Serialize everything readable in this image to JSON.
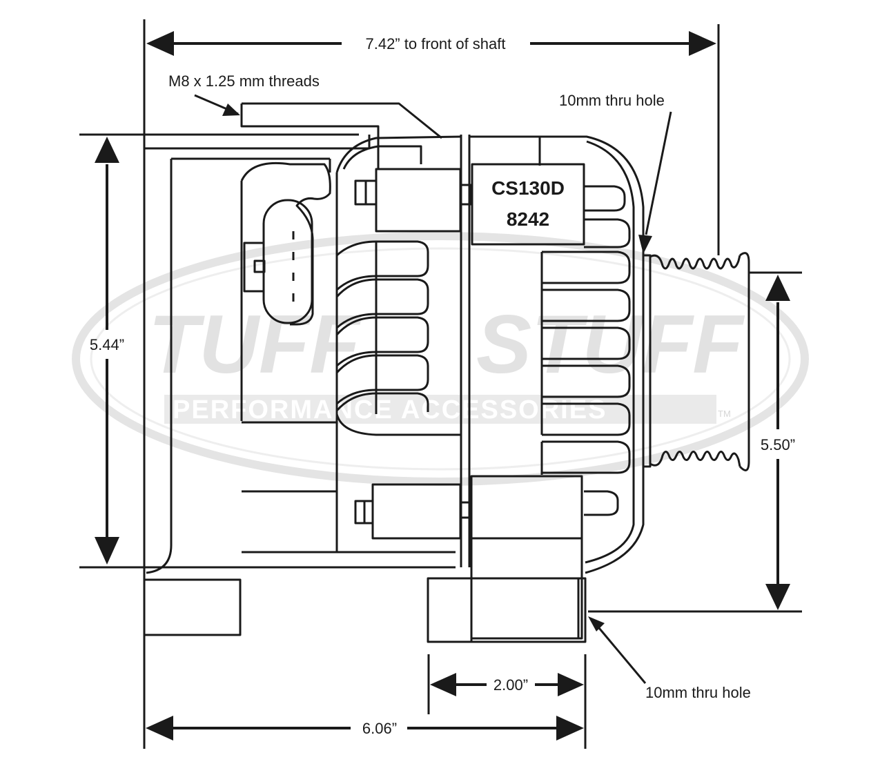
{
  "watermark": {
    "brand_top_left": "TUFF",
    "brand_top_right": "STUFF",
    "brand_bottom": "PERFORMANCE ACCESSORIES",
    "trademark": "TM"
  },
  "model": {
    "line1": "CS130D",
    "line2": "8242"
  },
  "dimensions": {
    "overall_length": "7.42” to front of shaft",
    "height_left": "5.44”",
    "mount_span_right": "5.50”",
    "foot_width": "2.00”",
    "base_length": "6.06”"
  },
  "callouts": {
    "threads": "M8 x 1.25 mm threads",
    "hole_top": "10mm thru hole",
    "hole_bottom": "10mm thru hole"
  },
  "colors": {
    "line": "#1a1a1a",
    "watermark": "#e2e2e2"
  }
}
